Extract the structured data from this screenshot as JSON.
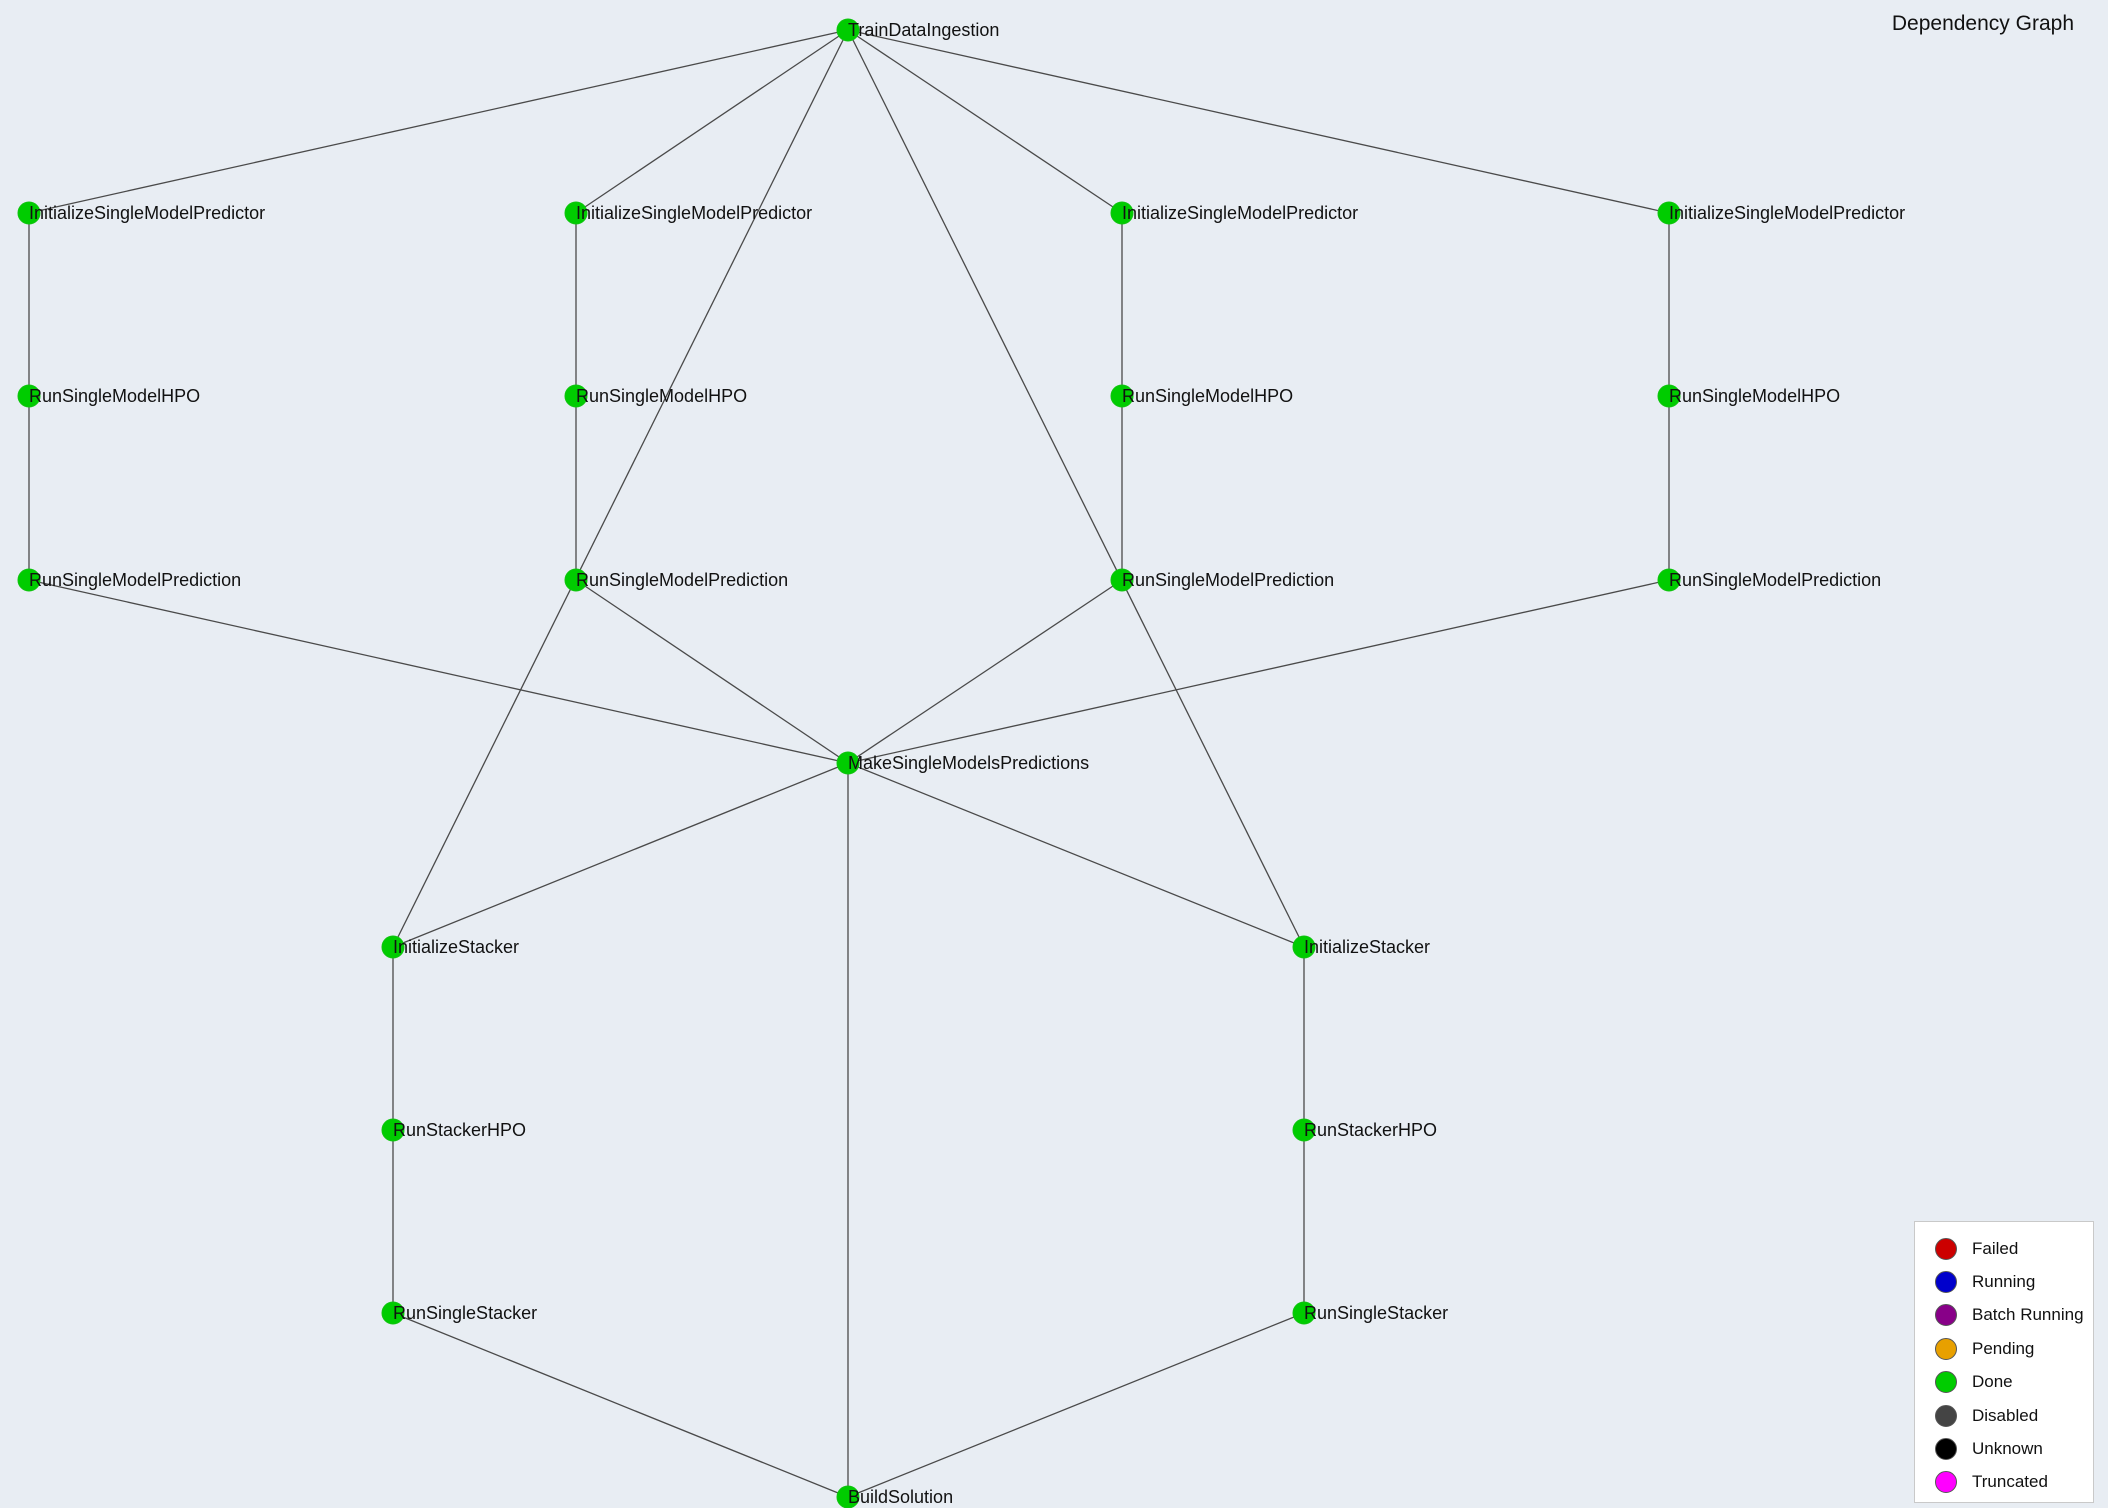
{
  "title": "Dependency Graph",
  "colors": {
    "background": "#e8edf3",
    "edge": "#4a4a4a"
  },
  "nodes": [
    {
      "id": "train",
      "label": "TrainDataIngestion",
      "status": "Done"
    },
    {
      "id": "init1",
      "label": "InitializeSingleModelPredictor",
      "status": "Done"
    },
    {
      "id": "init2",
      "label": "InitializeSingleModelPredictor",
      "status": "Done"
    },
    {
      "id": "init3",
      "label": "InitializeSingleModelPredictor",
      "status": "Done"
    },
    {
      "id": "init4",
      "label": "InitializeSingleModelPredictor",
      "status": "Done"
    },
    {
      "id": "hpo1",
      "label": "RunSingleModelHPO",
      "status": "Done"
    },
    {
      "id": "hpo2",
      "label": "RunSingleModelHPO",
      "status": "Done"
    },
    {
      "id": "hpo3",
      "label": "RunSingleModelHPO",
      "status": "Done"
    },
    {
      "id": "hpo4",
      "label": "RunSingleModelHPO",
      "status": "Done"
    },
    {
      "id": "pred1",
      "label": "RunSingleModelPrediction",
      "status": "Done"
    },
    {
      "id": "pred2",
      "label": "RunSingleModelPrediction",
      "status": "Done"
    },
    {
      "id": "pred3",
      "label": "RunSingleModelPrediction",
      "status": "Done"
    },
    {
      "id": "pred4",
      "label": "RunSingleModelPrediction",
      "status": "Done"
    },
    {
      "id": "make",
      "label": "MakeSingleModelsPredictions",
      "status": "Done"
    },
    {
      "id": "stackInit1",
      "label": "InitializeStacker",
      "status": "Done"
    },
    {
      "id": "stackInit2",
      "label": "InitializeStacker",
      "status": "Done"
    },
    {
      "id": "stackHpo1",
      "label": "RunStackerHPO",
      "status": "Done"
    },
    {
      "id": "stackHpo2",
      "label": "RunStackerHPO",
      "status": "Done"
    },
    {
      "id": "stackRun1",
      "label": "RunSingleStacker",
      "status": "Done"
    },
    {
      "id": "stackRun2",
      "label": "RunSingleStacker",
      "status": "Done"
    },
    {
      "id": "build",
      "label": "BuildSolution",
      "status": "Done"
    }
  ],
  "edges": [
    [
      "train",
      "init1"
    ],
    [
      "train",
      "init2"
    ],
    [
      "train",
      "init3"
    ],
    [
      "train",
      "init4"
    ],
    [
      "train",
      "stackInit1"
    ],
    [
      "train",
      "stackInit2"
    ],
    [
      "init1",
      "hpo1"
    ],
    [
      "init2",
      "hpo2"
    ],
    [
      "init3",
      "hpo3"
    ],
    [
      "init4",
      "hpo4"
    ],
    [
      "hpo1",
      "pred1"
    ],
    [
      "hpo2",
      "pred2"
    ],
    [
      "hpo3",
      "pred3"
    ],
    [
      "hpo4",
      "pred4"
    ],
    [
      "pred1",
      "make"
    ],
    [
      "pred2",
      "make"
    ],
    [
      "pred3",
      "make"
    ],
    [
      "pred4",
      "make"
    ],
    [
      "make",
      "stackInit1"
    ],
    [
      "make",
      "stackInit2"
    ],
    [
      "make",
      "build"
    ],
    [
      "stackInit1",
      "stackHpo1"
    ],
    [
      "stackInit2",
      "stackHpo2"
    ],
    [
      "stackHpo1",
      "stackRun1"
    ],
    [
      "stackHpo2",
      "stackRun2"
    ],
    [
      "stackRun1",
      "build"
    ],
    [
      "stackRun2",
      "build"
    ]
  ],
  "legend": [
    {
      "label": "Failed",
      "color": "#cc0000"
    },
    {
      "label": "Running",
      "color": "#0000cc"
    },
    {
      "label": "Batch Running",
      "color": "#880088"
    },
    {
      "label": "Pending",
      "color": "#e8a000"
    },
    {
      "label": "Done",
      "color": "#00cc00"
    },
    {
      "label": "Disabled",
      "color": "#444444"
    },
    {
      "label": "Unknown",
      "color": "#000000"
    },
    {
      "label": "Truncated",
      "color": "#ff00ff"
    }
  ]
}
